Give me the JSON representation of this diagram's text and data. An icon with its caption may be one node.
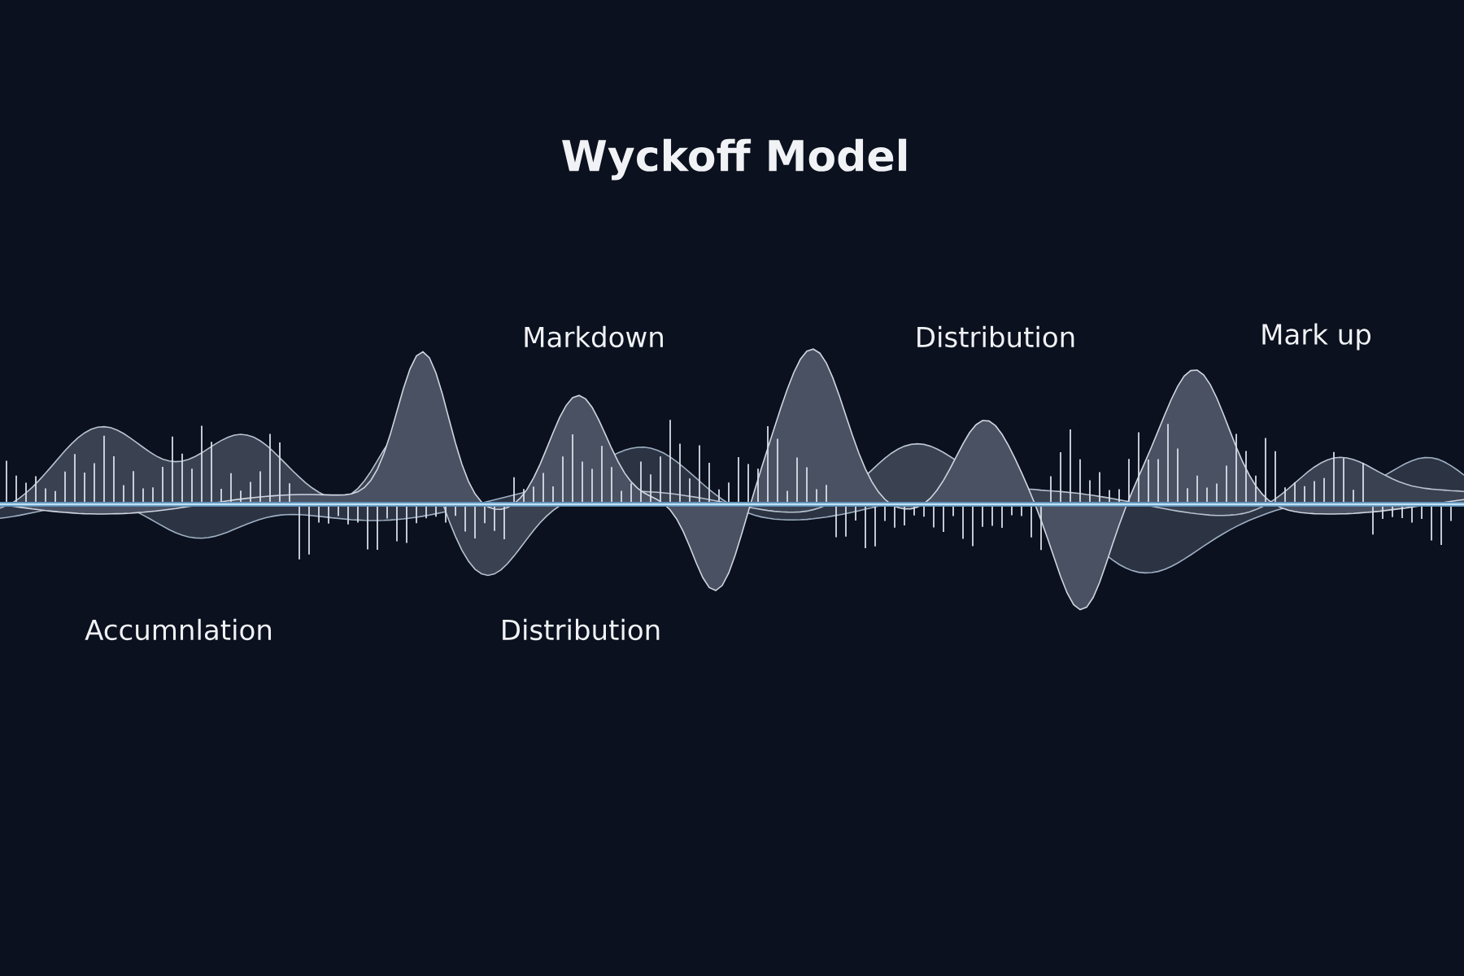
{
  "diagram": {
    "title": "Wyckoff Model",
    "labels": [
      "Markdown",
      "Distribution",
      "Mark up",
      "Accumnlation",
      "Distribution"
    ]
  }
}
